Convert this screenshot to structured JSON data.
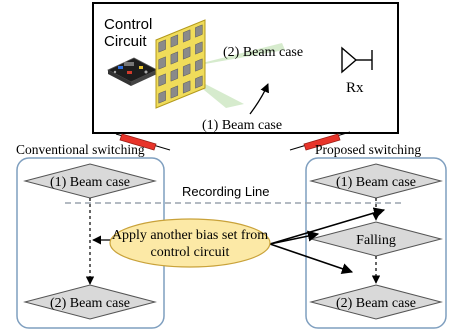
{
  "top_panel": {
    "controller_label_line1": "Control",
    "controller_label_line2": "Circuit",
    "beam_case_2": "(2) Beam case",
    "beam_case_1": "(1) Beam case",
    "rx_label": "Rx"
  },
  "left_panel": {
    "title": "Conventional switching",
    "beam_case_1": "(1) Beam case",
    "beam_case_2": "(2) Beam case"
  },
  "right_panel": {
    "title": "Proposed switching",
    "beam_case_1": "(1) Beam case",
    "falling": "Falling",
    "beam_case_2": "(2) Beam case"
  },
  "recording_line": "Recording Line",
  "callout": {
    "line1": "Apply another bias set from",
    "line2": "control circuit"
  },
  "colors": {
    "panel_border": "#7f9fbf",
    "diamond_fill": "#d9d9d9",
    "ellipse_fill": "#fce9a6",
    "ellipse_stroke": "#c9a23a",
    "cable_red": "#e8342a",
    "beam_green": "#cfe8c4",
    "recording_line": "#9aa3ad"
  }
}
